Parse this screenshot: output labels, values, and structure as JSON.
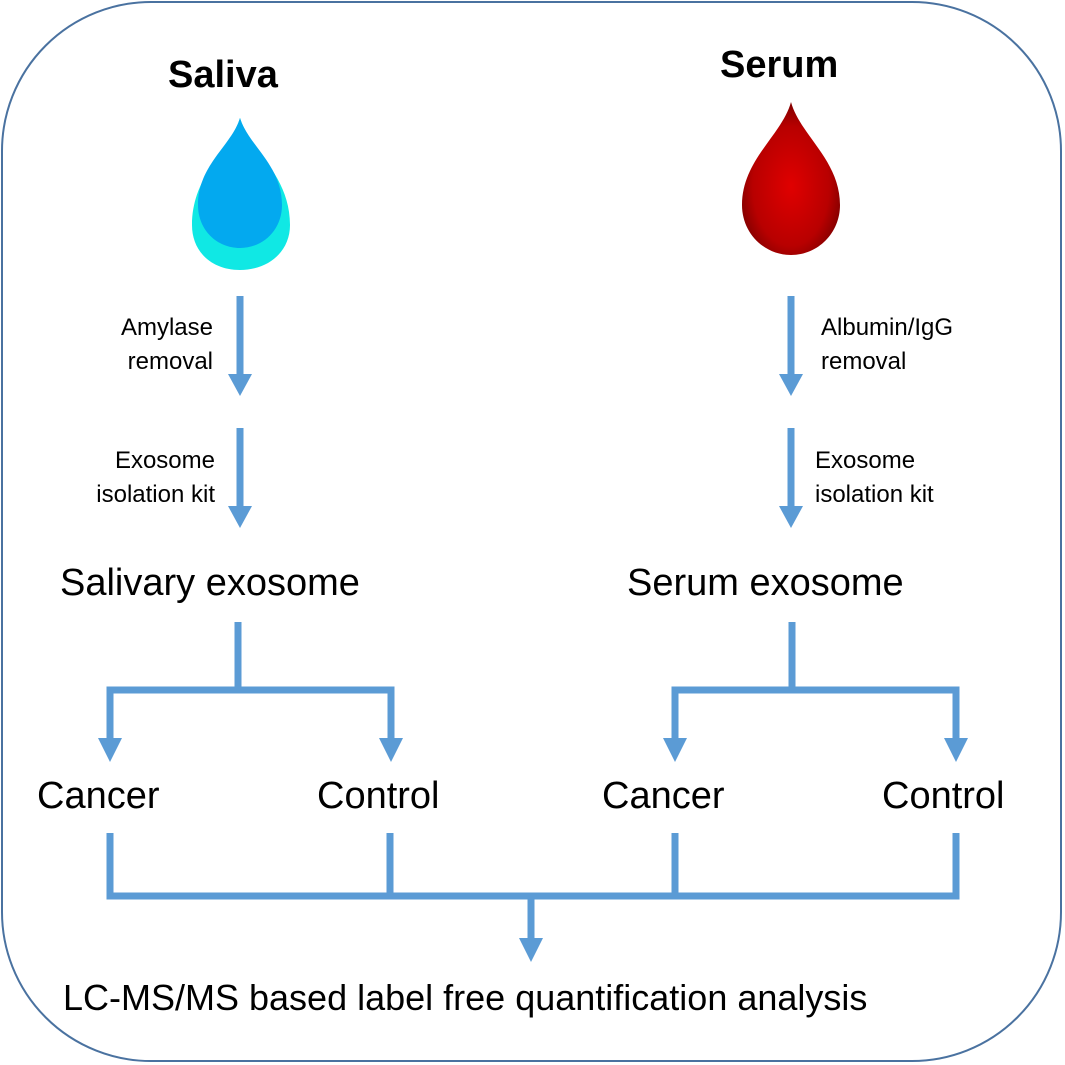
{
  "colors": {
    "arrow": "#5b9bd5",
    "frame": "#4a72a0",
    "saliva_drop_inner": "#03a9ef",
    "saliva_drop_outer": "#10e8e4",
    "serum_drop_center": "#e00000",
    "serum_drop_edge": "#7a0000"
  },
  "saliva": {
    "title": "Saliva",
    "icon": "water-drop-icon",
    "step1": [
      "Amylase",
      "removal"
    ],
    "step2": [
      "Exosome",
      "isolation kit"
    ],
    "product": "Salivary exosome",
    "groups": [
      "Cancer",
      "Control"
    ]
  },
  "serum": {
    "title": "Serum",
    "icon": "blood-drop-icon",
    "step1": [
      "Albumin/IgG",
      "removal"
    ],
    "step2": [
      "Exosome",
      "isolation kit"
    ],
    "product": "Serum exosome",
    "groups": [
      "Cancer",
      "Control"
    ]
  },
  "final": "LC-MS/MS based label free quantification analysis"
}
